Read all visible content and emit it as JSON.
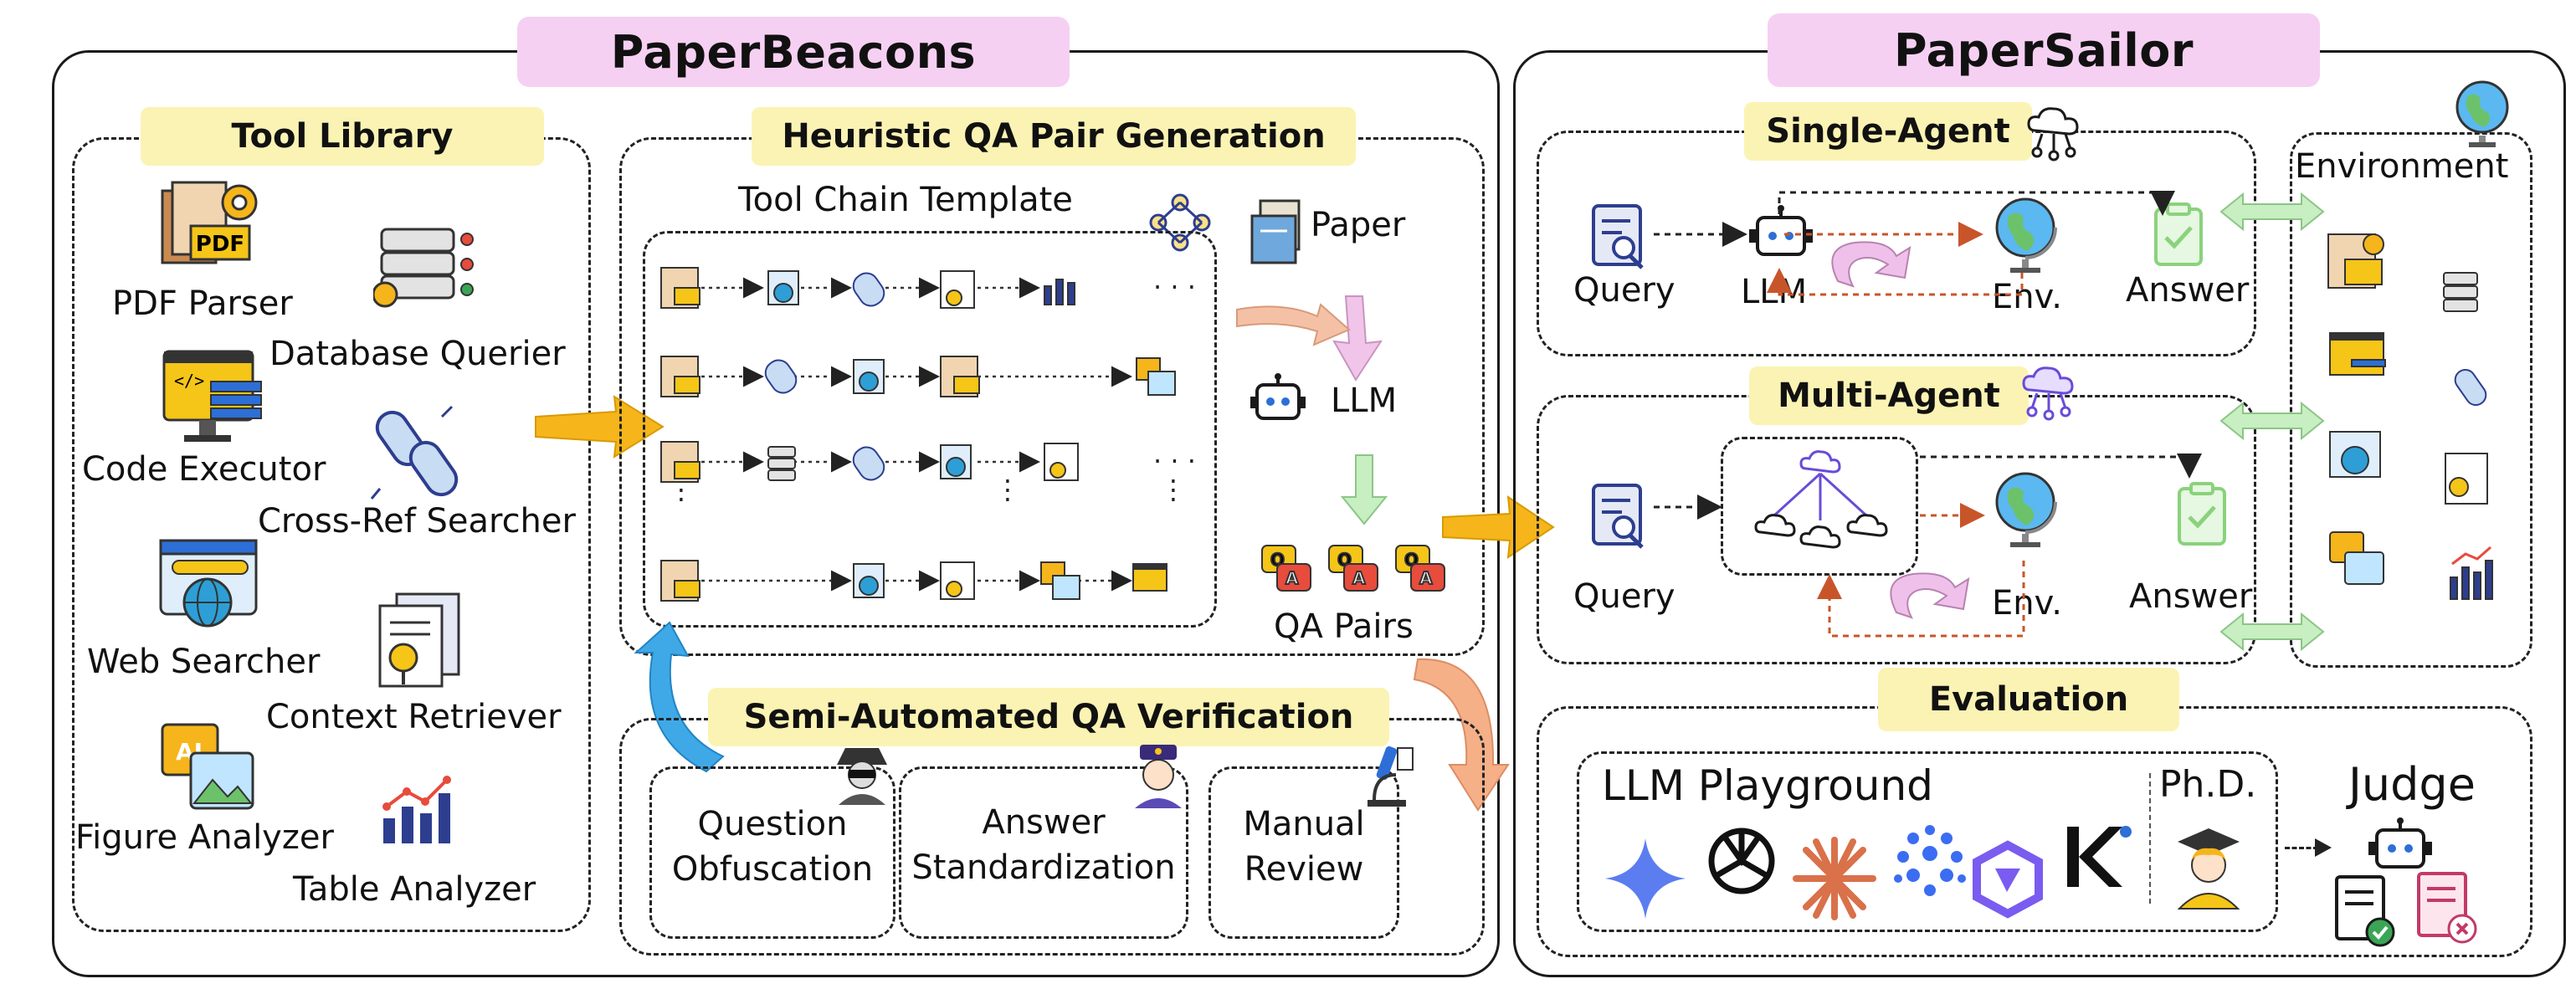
{
  "left": {
    "title": "PaperBeacons",
    "tool_library": {
      "title": "Tool Library",
      "tools": [
        "PDF Parser",
        "Database Querier",
        "Code Executor",
        "Cross-Ref Searcher",
        "Web Searcher",
        "Context Retriever",
        "Figure Analyzer",
        "Table Analyzer"
      ]
    },
    "heuristic": {
      "title": "Heuristic QA Pair Generation",
      "template_title": "Tool Chain Template",
      "paper": "Paper",
      "llm": "LLM",
      "qa_pairs": "QA Pairs"
    },
    "verification": {
      "title": "Semi-Automated QA Verification",
      "q1": "Question",
      "q2": "Obfuscation",
      "a1": "Answer",
      "a2": "Standardization",
      "m1": "Manual",
      "m2": "Review"
    }
  },
  "right": {
    "title": "PaperSailor",
    "single": {
      "title": "Single-Agent",
      "query": "Query",
      "llm": "LLM",
      "env": "Env.",
      "answer": "Answer"
    },
    "multi": {
      "title": "Multi-Agent",
      "query": "Query",
      "env": "Env.",
      "answer": "Answer"
    },
    "environment": "Environment",
    "evaluation": {
      "title": "Evaluation",
      "playground": "LLM Playground",
      "phd": "Ph.D.",
      "judge": "Judge"
    }
  },
  "colors": {
    "pink": "#f6d0f2",
    "yellow": "#fbf3b3",
    "orange_arrow": "#f2b400",
    "blue": "#2d3e8f"
  }
}
